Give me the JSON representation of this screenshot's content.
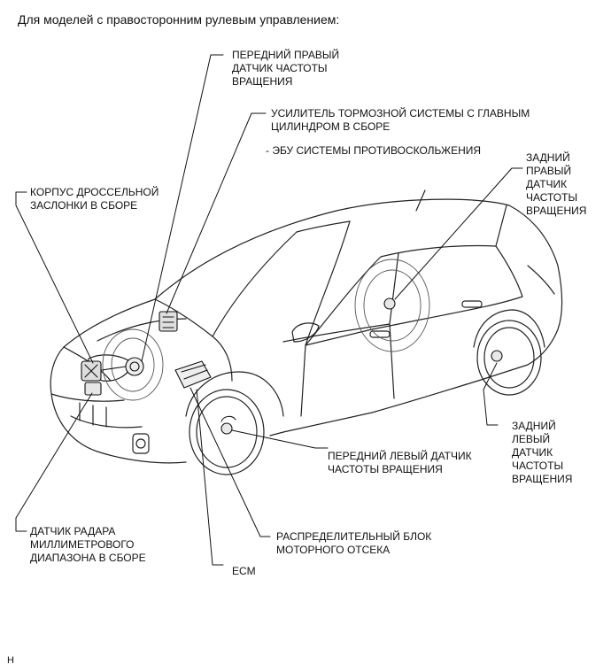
{
  "header": "Для моделей с правосторонним рулевым управлением:",
  "labels": {
    "front_right_sensor": "ПЕРЕДНИЙ ПРАВЫЙ\nДАТЧИК ЧАСТОТЫ\nВРАЩЕНИЯ",
    "brake_booster": "УСИЛИТЕЛЬ ТОРМОЗНОЙ СИСТЕМЫ С ГЛАВНЫМ\nЦИЛИНДРОМ В СБОРЕ",
    "skid_ecu": "- ЭБУ СИСТЕМЫ ПРОТИВОСКОЛЬЖЕНИЯ",
    "throttle_body": "КОРПУС ДРОССЕЛЬНОЙ\nЗАСЛОНКИ В СБОРЕ",
    "rear_right_sensor": "ЗАДНИЙ\nПРАВЫЙ\nДАТЧИК\nЧАСТОТЫ\nВРАЩЕНИЯ",
    "rear_left_sensor": "ЗАДНИЙ\nЛЕВЫЙ\nДАТЧИК\nЧАСТОТЫ\nВРАЩЕНИЯ",
    "front_left_sensor": "ПЕРЕДНИЙ ЛЕВЫЙ ДАТЧИК\nЧАСТОТЫ ВРАЩЕНИЯ",
    "radar_sensor": "ДАТЧИК РАДАРА\nМИЛЛИМЕТРОВОГО\nДИАПАЗОНА В СБОРЕ",
    "junction_block": "РАСПРЕДЕЛИТЕЛЬНЫЙ БЛОК\nМОТОРНОГО ОТСЕКА",
    "ecm": "ECM"
  },
  "footer": "H"
}
